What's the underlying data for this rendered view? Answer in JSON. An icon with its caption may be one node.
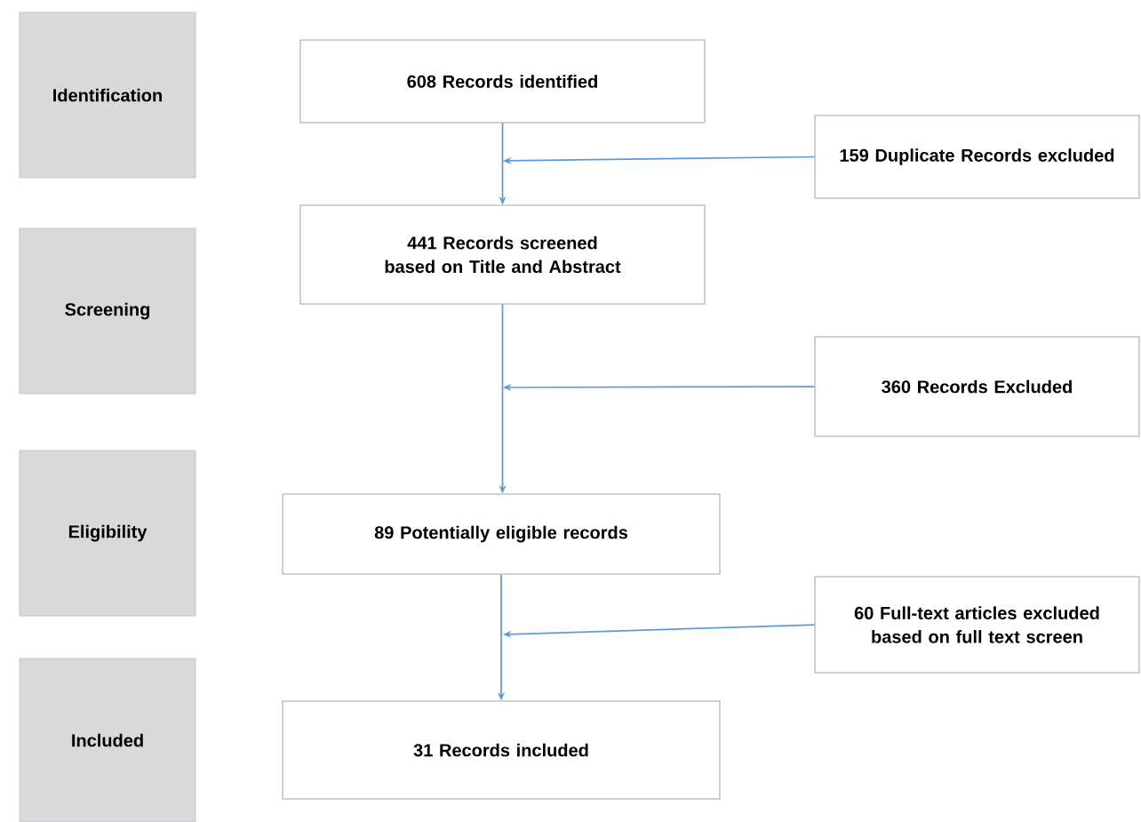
{
  "diagram": {
    "nodes": [
      {
        "text": [
          "Identification"
        ]
      },
      {
        "text": [
          "Screening"
        ]
      },
      {
        "text": [
          "Eligibility"
        ]
      },
      {
        "text": [
          "Included"
        ]
      },
      {
        "text": [
          "608 Records identified"
        ]
      },
      {
        "text": [
          "159 Duplicate Records excluded"
        ]
      },
      {
        "text": [
          "441 Records screened based on Title and Abstract"
        ]
      },
      {
        "text": [
          "360 Records Excluded"
        ]
      },
      {
        "text": [
          "89 Potentially eligible records"
        ]
      },
      {
        "text": [
          "60 Full-text articles excluded based on full text screen"
        ]
      },
      {
        "text": [
          "31 Records included"
        ]
      }
    ],
    "edges": [
      {
        "from": 4,
        "to": 6,
        "arrow": "to"
      },
      {
        "from": 5,
        "to": null,
        "arrow": "to"
      },
      {
        "from": 6,
        "to": 8,
        "arrow": "to"
      },
      {
        "from": 7,
        "to": null,
        "arrow": "to"
      },
      {
        "from": 8,
        "to": 10,
        "arrow": "to"
      },
      {
        "from": 9,
        "to": null,
        "arrow": "to"
      }
    ]
  }
}
